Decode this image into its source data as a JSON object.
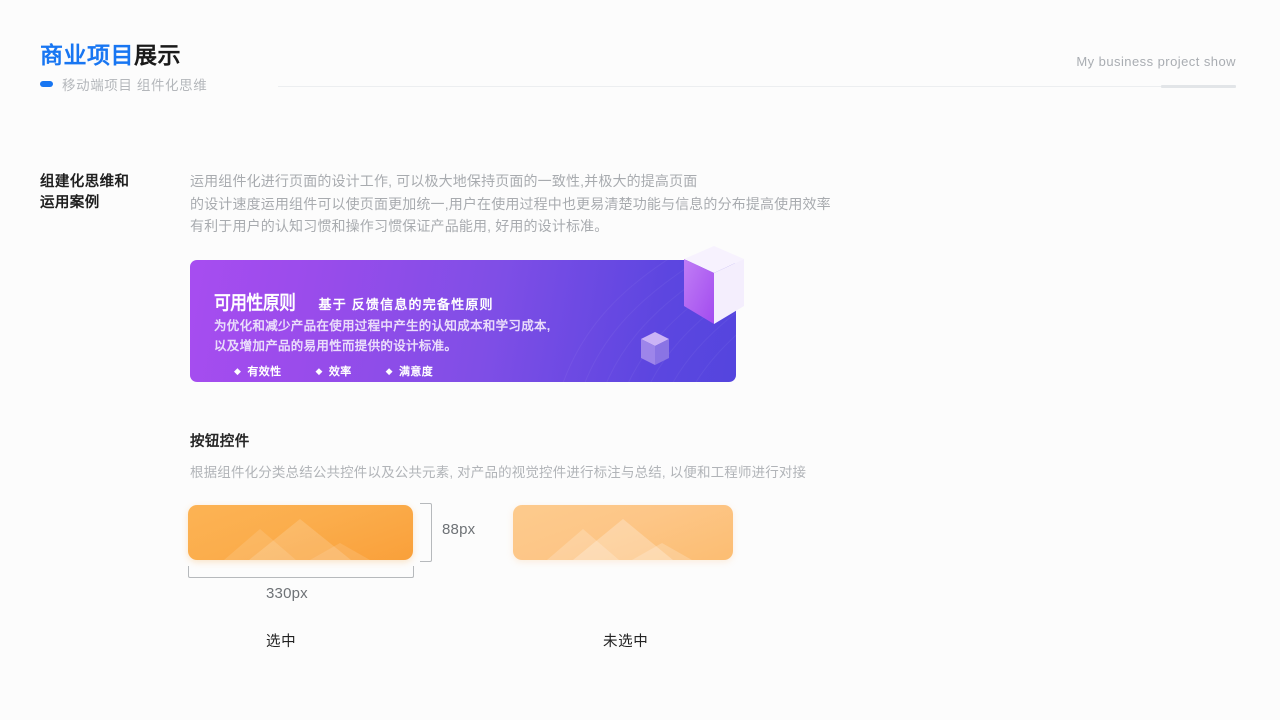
{
  "header": {
    "title_accent": "商业项目",
    "title_rest": "展示",
    "subtitle": "移动端项目  组件化思维",
    "right_text": "My business project show",
    "accent_color": "#1876f2",
    "dot_icon": "blue-pill-dot"
  },
  "section": {
    "title_line1": "组建化思维和",
    "title_line2": "运用案例",
    "body_lines": [
      "运用组件化进行页面的设计工作, 可以极大地保持页面的一致性,并极大的提高页面",
      "的设计速度运用组件可以使页面更加统一,用户在使用过程中也更易清楚功能与信息的分布提高使用效率",
      "有利于用户的认知习惯和操作习惯保证产品能用, 好用的设计标准。"
    ]
  },
  "banner": {
    "title": "可用性原则",
    "subtitle": "基于 反馈信息的完备性原则",
    "desc_lines": [
      "为优化和减少产品在使用过程中产生的认知成本和学习成本,",
      "以及增加产品的易用性而提供的设计标准。"
    ],
    "tags": [
      {
        "icon": "diamond-icon",
        "label": "有效性"
      },
      {
        "icon": "diamond-icon",
        "label": "效率"
      },
      {
        "icon": "diamond-icon",
        "label": "满意度"
      }
    ],
    "gradient_from": "#a74df0",
    "gradient_to": "#5445de",
    "decor": [
      "cube-3d-large",
      "cube-3d-small"
    ]
  },
  "controls": {
    "title": "按钮控件",
    "description": "根据组件化分类总结公共控件以及公共元素, 对产品的视觉控件进行标注与总结, 以便和工程师进行对接",
    "height_label": "88px",
    "width_label": "330px",
    "buttons": [
      {
        "state": "selected",
        "caption": "选中",
        "color": "#f9a03a"
      },
      {
        "state": "unselected",
        "caption": "未选中",
        "color": "#fcbd72"
      }
    ]
  }
}
